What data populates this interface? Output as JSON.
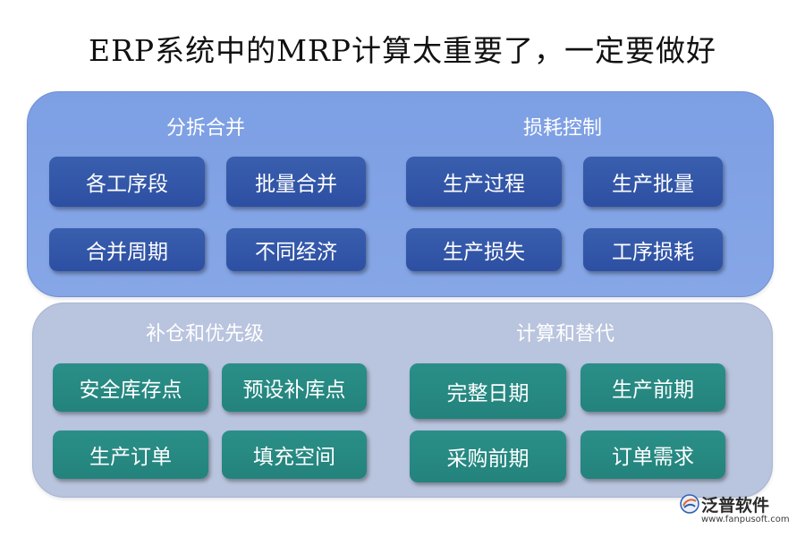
{
  "title": "ERP系统中的MRP计算太重要了，一定要做好",
  "colors": {
    "top_panel": "#7d9fe4",
    "bottom_panel": "#b9c4de",
    "blue_button": "#2d4fa3",
    "teal_button": "#23837c"
  },
  "top": {
    "left_group": {
      "label": "分拆合并",
      "items": [
        "各工序段",
        "批量合并",
        "合并周期",
        "不同经济"
      ]
    },
    "right_group": {
      "label": "损耗控制",
      "items": [
        "生产过程",
        "生产批量",
        "生产损失",
        "工序损耗"
      ]
    }
  },
  "bottom": {
    "left_group": {
      "label": "补仓和优先级",
      "items": [
        "安全库存点",
        "预设补库点",
        "生产订单",
        "填充空间"
      ]
    },
    "right_group": {
      "label": "计算和替代",
      "items": [
        "完整日期",
        "生产前期",
        "采购前期",
        "订单需求"
      ]
    }
  },
  "logo": {
    "icon": "fanpu-logo-icon",
    "name": "泛普软件",
    "url": "www.fanpusoft.com"
  }
}
